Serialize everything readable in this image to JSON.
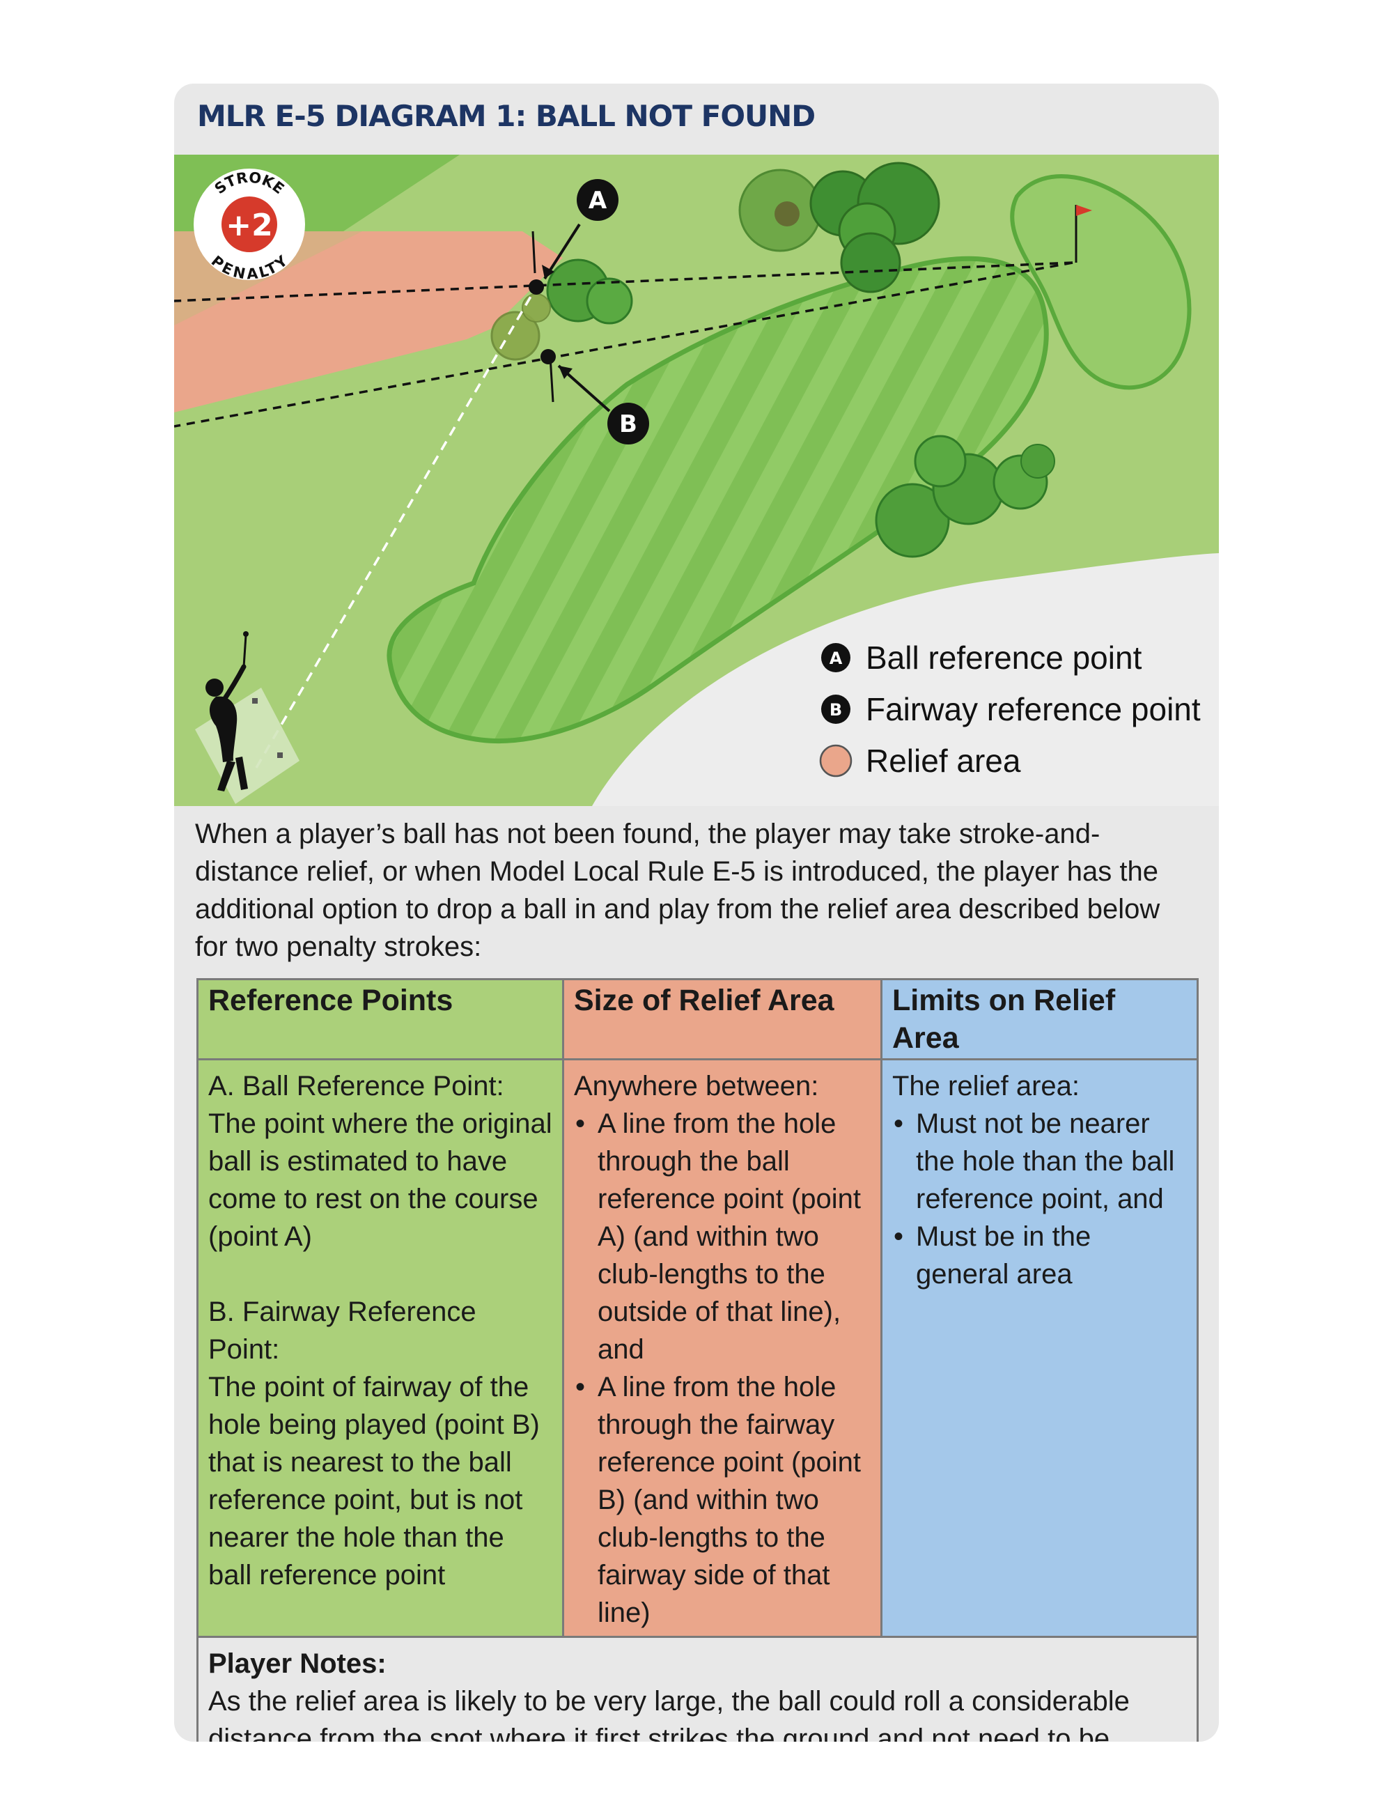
{
  "title": "MLR E-5 DIAGRAM 1:  BALL NOT FOUND",
  "penalty_badge": {
    "top": "STROKE",
    "number": "+2",
    "bottom": "PENALTY"
  },
  "points": {
    "a": "A",
    "b": "B"
  },
  "legend": [
    {
      "marker": "A",
      "label": "Ball reference point"
    },
    {
      "marker": "B",
      "label": "Fairway reference point"
    },
    {
      "marker": "",
      "label": "Relief area",
      "color": "#eaa68b"
    }
  ],
  "colors": {
    "rough": "#a8cf78",
    "fairway": "#7fbf55",
    "relief": "#eaa68b",
    "outline": "#5aa93c",
    "title": "#1d3564",
    "flag": "#d63a2b"
  },
  "intro": "When a player’s ball has not been found, the player may take stroke-and-distance relief, or when Model Local Rule E-5 is introduced, the player has the additional option to drop a ball in and play from the relief area described below for two penalty strokes:",
  "table": {
    "headers": [
      "Reference Points",
      "Size of Relief Area",
      "Limits on Relief Area"
    ],
    "reference_points": {
      "a_title": "A. Ball Reference Point:",
      "a_text": "The point where the original ball is estimated to have come to rest on the course (point A)",
      "b_title": "B. Fairway Reference Point:",
      "b_text": "The point of fairway of the hole being played (point B) that is nearest to the ball reference point, but is not nearer the hole than the ball reference point"
    },
    "size": {
      "intro": "Anywhere between:",
      "bullets": [
        "A line from the hole through the ball reference point (point A) (and within two club-lengths to the outside of that line), and",
        "A line from the hole through the fairway reference point (point B) (and within two club-lengths to the fairway side of that line)"
      ]
    },
    "limits": {
      "intro": "The relief area:",
      "bullets": [
        "Must not be nearer the hole than the ball reference point, and",
        "Must be in the general area"
      ]
    },
    "notes": {
      "title": "Player Notes:",
      "text": "As the relief area is likely to be very large, the ball could roll a considerable distance from the spot where it first strikes the ground and not need to be dropped again."
    }
  }
}
